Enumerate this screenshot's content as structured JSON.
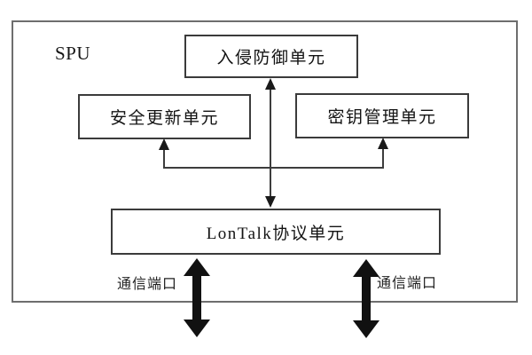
{
  "diagram": {
    "frame_label": "SPU",
    "units": {
      "intrusion_prevention": {
        "label": "入侵防御单元"
      },
      "security_update": {
        "label": "安全更新单元"
      },
      "key_management": {
        "label": "密钥管理单元"
      },
      "lontalk_protocol": {
        "label": "LonTalk协议单元"
      }
    },
    "ports": {
      "left": {
        "label": "通信端口"
      },
      "right": {
        "label": "通信端口"
      }
    },
    "connections": [
      {
        "from": "lontalk_protocol",
        "to": "intrusion_prevention",
        "style": "thin-double-arrow"
      },
      {
        "from": "lontalk_protocol",
        "to": "security_update",
        "style": "thin-arrow-up"
      },
      {
        "from": "lontalk_protocol",
        "to": "key_management",
        "style": "thin-arrow-up"
      },
      {
        "from": "lontalk_protocol",
        "to": "external-left",
        "style": "thick-double-arrow"
      },
      {
        "from": "lontalk_protocol",
        "to": "external-right",
        "style": "thick-double-arrow"
      }
    ],
    "colors": {
      "background": "#ffffff",
      "frame_border": "#6e6e6e",
      "box_border": "#3b3b3b",
      "thin_line": "#3d3d3d",
      "thick_arrow": "#111111",
      "text": "#1c1c1c"
    }
  }
}
